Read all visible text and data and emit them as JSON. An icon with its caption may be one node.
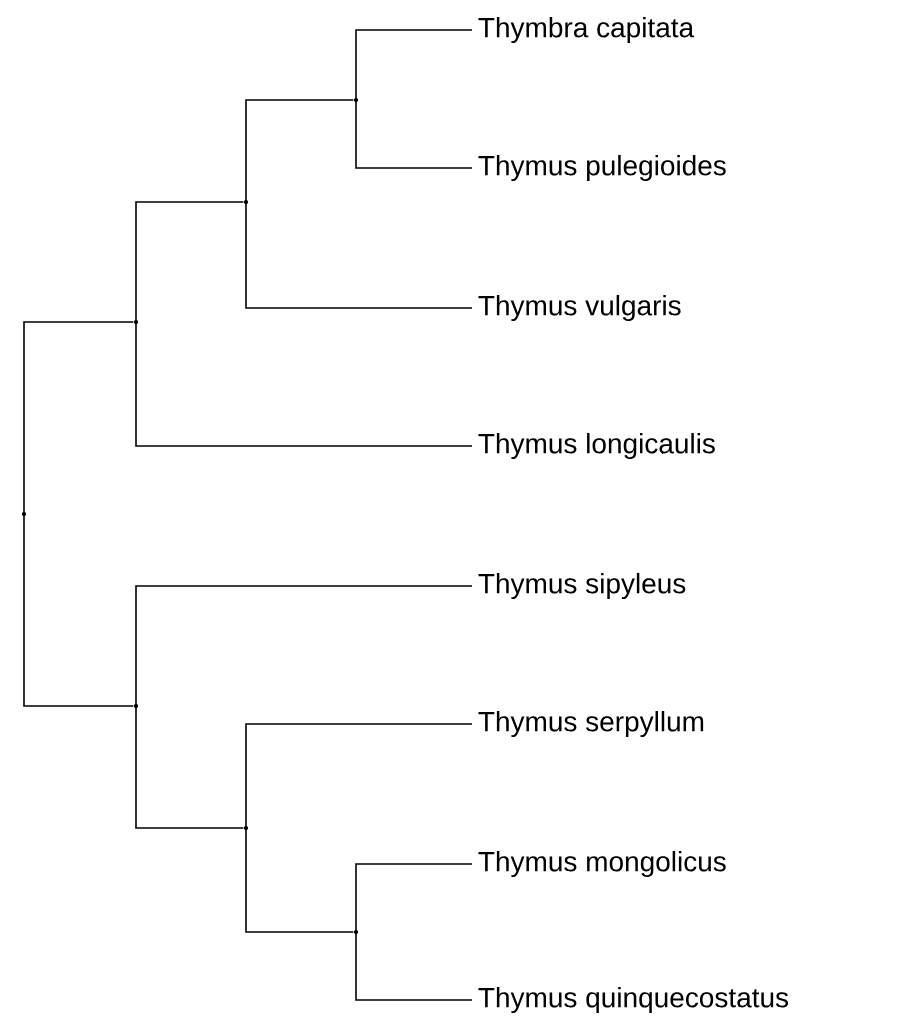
{
  "diagram": {
    "nodes": [
      {
        "text": [
          "Thymbra capitata"
        ]
      },
      {
        "text": [
          "Thymus pulegioides"
        ]
      },
      {
        "text": [
          "Thymus vulgaris"
        ]
      },
      {
        "text": [
          "Thymus longicaulis"
        ]
      },
      {
        "text": [
          "Thymus sipyleus"
        ]
      },
      {
        "text": [
          "Thymus serpyllum"
        ]
      },
      {
        "text": [
          "Thymus mongolicus"
        ]
      },
      {
        "text": [
          "Thymus quinquecostatus"
        ]
      },
      {
        "text": [],
        "shape": "point"
      },
      {
        "text": [],
        "shape": "point"
      },
      {
        "text": [],
        "shape": "point"
      },
      {
        "text": [],
        "shape": "point"
      },
      {
        "text": [],
        "shape": "point"
      },
      {
        "text": [],
        "shape": "point"
      },
      {
        "text": [],
        "shape": "point"
      }
    ],
    "edges": [
      {
        "from": 8,
        "to": 9,
        "arrow": "none"
      },
      {
        "from": 8,
        "to": 12,
        "arrow": "none"
      },
      {
        "from": 9,
        "to": 10,
        "arrow": "none"
      },
      {
        "from": 9,
        "to": 3,
        "arrow": "none"
      },
      {
        "from": 10,
        "to": 11,
        "arrow": "none"
      },
      {
        "from": 10,
        "to": 2,
        "arrow": "none"
      },
      {
        "from": 11,
        "to": 0,
        "arrow": "none"
      },
      {
        "from": 11,
        "to": 1,
        "arrow": "none"
      },
      {
        "from": 12,
        "to": 4,
        "arrow": "none"
      },
      {
        "from": 12,
        "to": 13,
        "arrow": "none"
      },
      {
        "from": 13,
        "to": 5,
        "arrow": "none"
      },
      {
        "from": 13,
        "to": 14,
        "arrow": "none"
      },
      {
        "from": 14,
        "to": 6,
        "arrow": "none"
      },
      {
        "from": 14,
        "to": 7,
        "arrow": "none"
      }
    ]
  }
}
